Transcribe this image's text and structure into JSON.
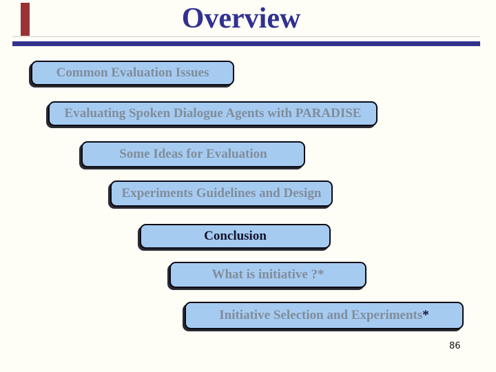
{
  "slide": {
    "title": "Overview",
    "page_number": "86",
    "colors": {
      "accent_indigo": "#32338e",
      "title_text": "#303190",
      "box_fill": "#a6cbf1",
      "box_border": "#0a0a14",
      "box_text_muted": "#7f8d9b",
      "box_text_dark": "#14142e",
      "accent_bar_red": "#993333",
      "background": "#fffef6"
    },
    "boxes": [
      {
        "label": "Common Evaluation Issues"
      },
      {
        "label": "Evaluating Spoken Dialogue Agents with PARADISE"
      },
      {
        "label": "Some Ideas for Evaluation"
      },
      {
        "label": "Experiments Guidelines and Design"
      },
      {
        "label": "Conclusion"
      },
      {
        "label": "What is initiative ?*"
      },
      {
        "label": "Initiative Selection and Experiments",
        "suffix": "*"
      }
    ]
  }
}
